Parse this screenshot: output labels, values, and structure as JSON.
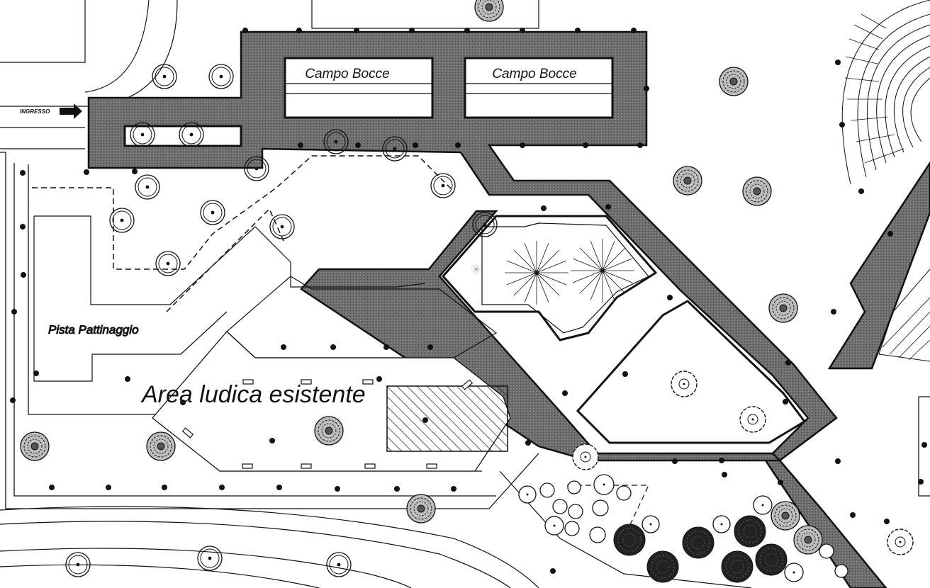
{
  "labels": {
    "ingresso": "INGRESSO",
    "campo_bocce_1": "Campo Bocce",
    "campo_bocce_2": "Campo Bocce",
    "pista_pattinaggio": "Pista Pattinaggio",
    "area_ludica": "Area ludica esistente"
  },
  "colors": {
    "ink": "#111111",
    "path_fill": "#6e6e6e",
    "path_dark": "#444444",
    "tree_fill": "#9a9a9a"
  },
  "icons": {
    "entrance_arrow": "arrow-right-icon",
    "tree_circle": "tree-icon",
    "palm": "palm-icon",
    "shrub": "shrub-icon"
  }
}
